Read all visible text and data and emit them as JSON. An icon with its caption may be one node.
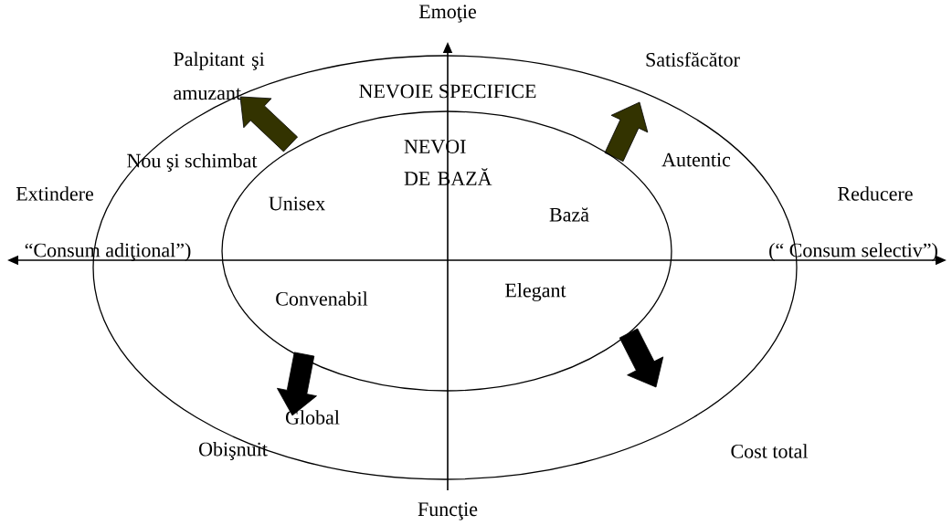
{
  "diagram": {
    "nodes": [
      {
        "text": [
          "NEVOIE SPECIFICE"
        ]
      },
      {
        "text": [
          "NEVOI DE BAZĂ"
        ],
        "in": 0
      }
    ],
    "labels": [
      "Emoţie",
      "Palpitant şi amuzant",
      "Satisfăcător",
      "Nou şi schimbat",
      "Autentic",
      "Extindere",
      "Unisex",
      "Reducere",
      "Bază",
      "“Consum adiţional”)",
      "(“ Consum selectiv”)",
      "Convenabil",
      "Elegant",
      "Global",
      "Obişnuit",
      "Cost total",
      "Funcţie"
    ]
  }
}
